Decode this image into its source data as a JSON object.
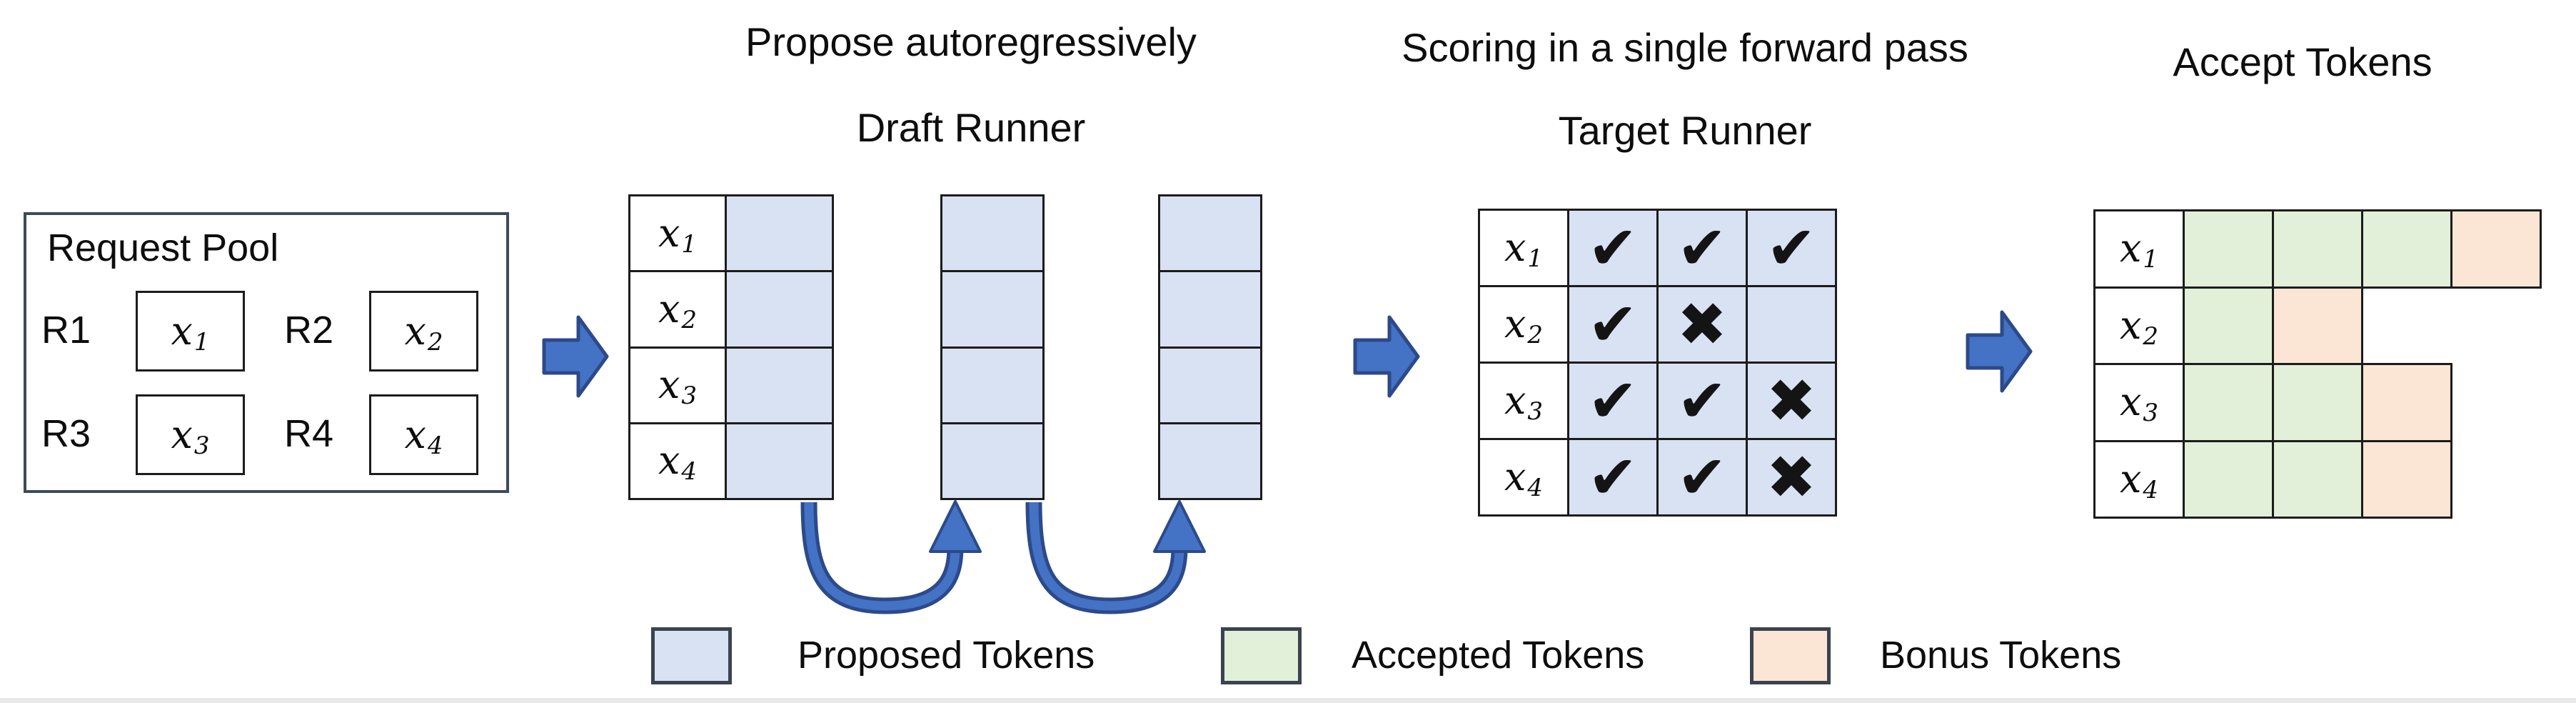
{
  "headings": {
    "draft_line1": "Propose autoregressively",
    "draft_line2": "Draft Runner",
    "target_line1": "Scoring in a single forward pass",
    "target_line2": "Target Runner",
    "accept": "Accept Tokens"
  },
  "request_pool": {
    "title": "Request Pool",
    "items": [
      {
        "request": "R1",
        "token_base": "x",
        "token_sub": "1"
      },
      {
        "request": "R2",
        "token_base": "x",
        "token_sub": "2"
      },
      {
        "request": "R3",
        "token_base": "x",
        "token_sub": "3"
      },
      {
        "request": "R4",
        "token_base": "x",
        "token_sub": "4"
      }
    ]
  },
  "tokens": [
    {
      "base": "x",
      "sub": "1"
    },
    {
      "base": "x",
      "sub": "2"
    },
    {
      "base": "x",
      "sub": "3"
    },
    {
      "base": "x",
      "sub": "4"
    }
  ],
  "draft_runner": {
    "proposal_columns": 3
  },
  "target_runner": {
    "score_grid": [
      [
        "check",
        "check",
        "check"
      ],
      [
        "check",
        "cross",
        "none"
      ],
      [
        "check",
        "check",
        "cross"
      ],
      [
        "check",
        "check",
        "cross"
      ]
    ]
  },
  "accept_tokens": {
    "accept_grid": [
      [
        "accepted",
        "accepted",
        "accepted",
        "bonus"
      ],
      [
        "accepted",
        "bonus"
      ],
      [
        "accepted",
        "accepted",
        "bonus"
      ],
      [
        "accepted",
        "accepted",
        "bonus"
      ]
    ]
  },
  "legend": [
    {
      "name": "proposed",
      "label": "Proposed Tokens",
      "color": "#d9e2f3"
    },
    {
      "name": "accepted",
      "label": "Accepted Tokens",
      "color": "#e2efd9"
    },
    {
      "name": "bonus",
      "label": "Bonus Tokens",
      "color": "#fbe5d5"
    }
  ],
  "glyphs": {
    "check": "✔",
    "cross": "✖"
  },
  "colors": {
    "proposed_fill": "#d9e2f3",
    "accepted_fill": "#e2efd9",
    "bonus_fill": "#fbe5d5",
    "cell_border": "#1c1c1c",
    "pool_border": "#3e4a59",
    "arrow_fill": "#4472c4",
    "arrow_outline": "#2c4a8a",
    "curve_color": "#4472c4",
    "text_color": "#0d0d0d"
  }
}
